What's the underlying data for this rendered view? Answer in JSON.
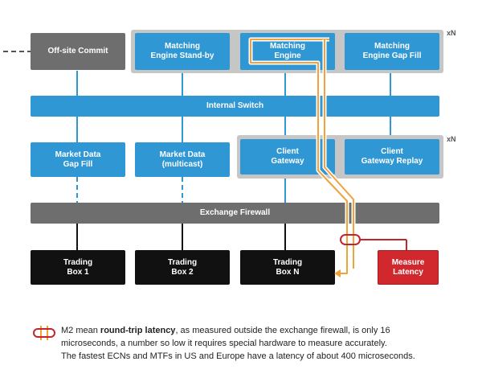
{
  "boxes": {
    "offsite_commit": "Off-site Commit",
    "matching_standby": [
      "Matching",
      "Engine Stand-by"
    ],
    "matching_engine": [
      "Matching",
      "Engine"
    ],
    "matching_gapfill": [
      "Matching",
      "Engine Gap Fill"
    ],
    "internal_switch": "Internal Switch",
    "market_gapfill": [
      "Market Data",
      "Gap Fill"
    ],
    "market_multicast": [
      "Market Data",
      "(multicast)"
    ],
    "client_gateway": [
      "Client",
      "Gateway"
    ],
    "client_replay": [
      "Client",
      "Gateway Replay"
    ],
    "exchange_firewall": "Exchange Firewall",
    "trading_1": [
      "Trading",
      "Box 1"
    ],
    "trading_2": [
      "Trading",
      "Box 2"
    ],
    "trading_n": [
      "Trading",
      "Box N"
    ],
    "measure_latency": [
      "Measure",
      "Latency"
    ]
  },
  "multiplier_label": "xN",
  "colors": {
    "blue": "#2f97d3",
    "grey": "#6e6e6e",
    "black": "#111111",
    "red": "#d1282e",
    "orange_path": "#f0a23c",
    "panel": "#c6c6c6"
  },
  "note": {
    "prefix": "M2 mean ",
    "bold": "round-trip latency",
    "line1_rest": ", as measured outside the exchange firewall, is only 16",
    "line2": "microseconds, a number so low it requires special hardware to measure accurately.",
    "line3": "The fastest ECNs and MTFs in US and Europe have a latency of about 400 microseconds."
  }
}
